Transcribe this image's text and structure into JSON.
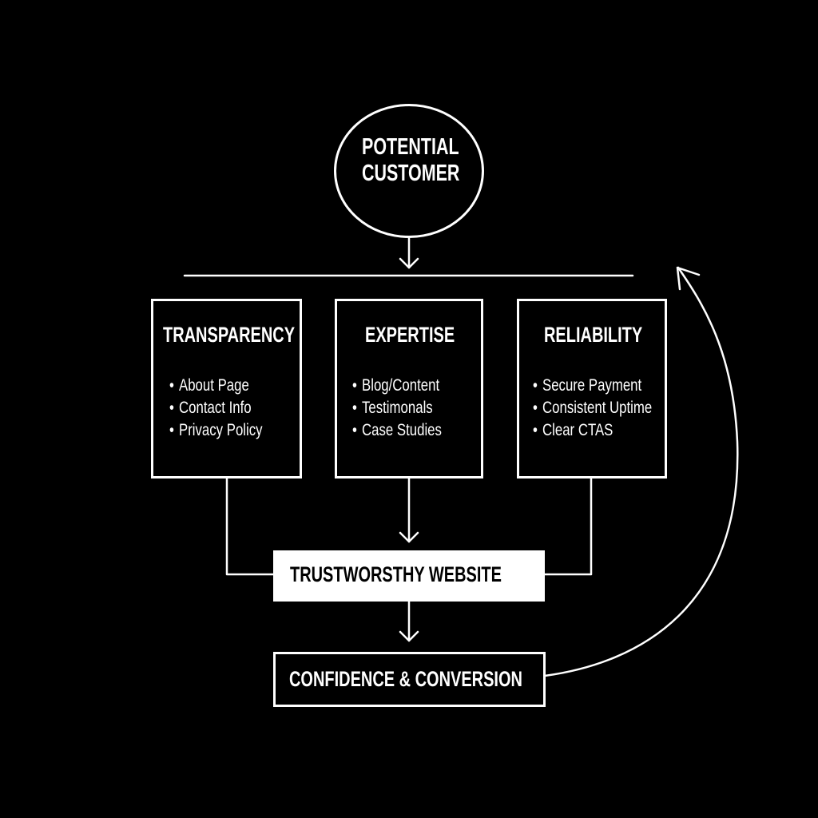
{
  "diagram": {
    "start_node": {
      "lines": [
        "POTENTIAL",
        "CUSTOMER"
      ],
      "shape": "circle"
    },
    "pillars": [
      {
        "title": "TRANSPARENCY",
        "items": [
          "About Page",
          "Contact Info",
          "Privacy Policy"
        ]
      },
      {
        "title": "EXPERTISE",
        "items": [
          "Blog/Content",
          "Testimonals",
          "Case Studies"
        ]
      },
      {
        "title": "RELIABILITY",
        "items": [
          "Secure Payment",
          "Consistent Uptime",
          "Clear CTAS"
        ]
      }
    ],
    "result_node": {
      "label": "TRUSTWORSTHY WEBSITE",
      "style": "filled-white"
    },
    "outcome_node": {
      "label": "CONFIDENCE & CONVERSION",
      "style": "outlined"
    },
    "bullet_glyph": "•",
    "feedback_arrow": {
      "from": "CONFIDENCE & CONVERSION",
      "to": "POTENTIAL CUSTOMER",
      "shape": "curved"
    },
    "colors": {
      "background": "#000000",
      "stroke": "#ffffff",
      "text": "#ffffff",
      "filled_box_text": "#000000"
    }
  }
}
